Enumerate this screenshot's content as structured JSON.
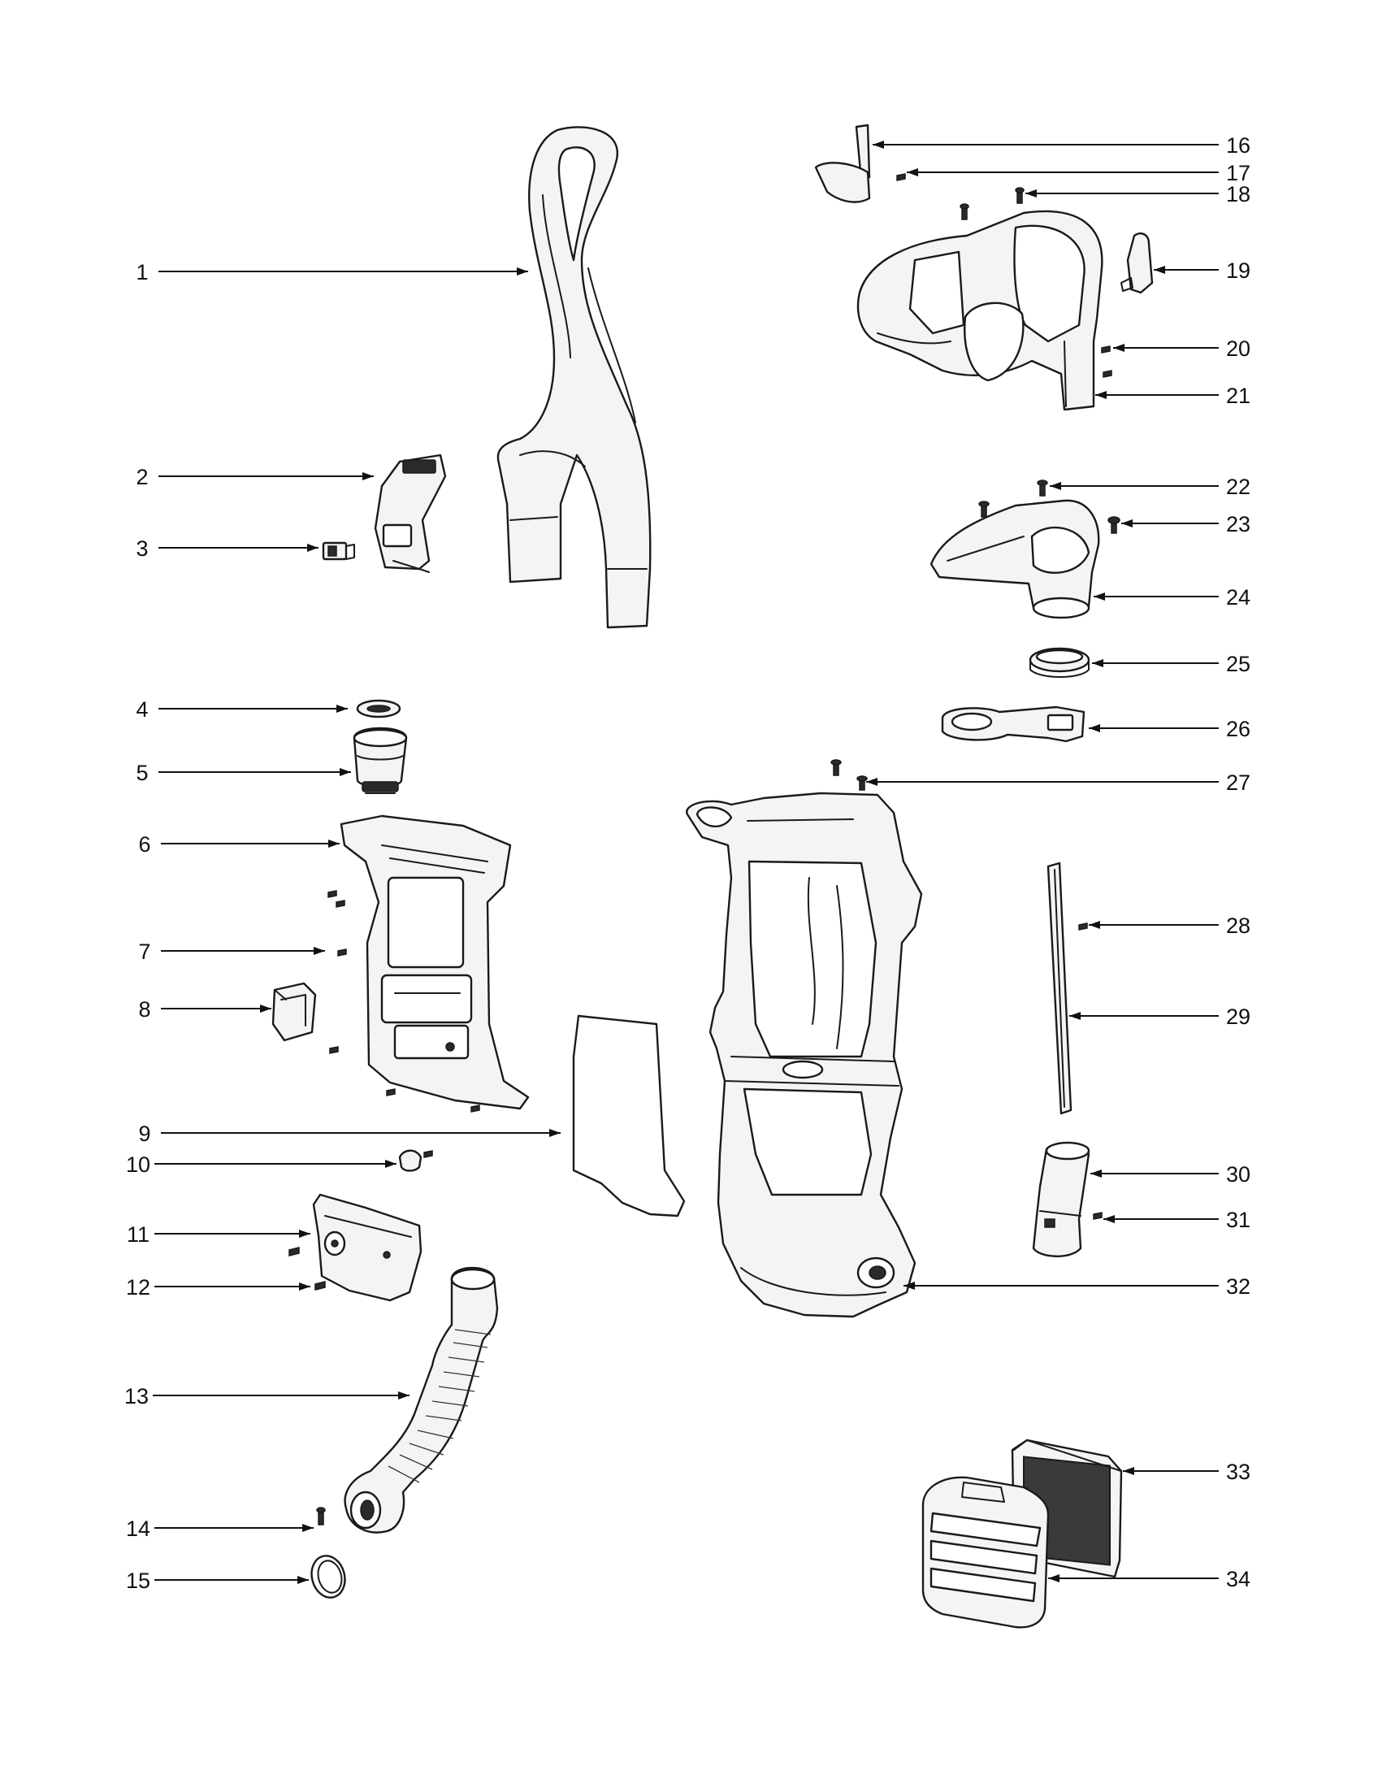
{
  "diagram": {
    "callouts": [
      {
        "label": "1"
      },
      {
        "label": "2"
      },
      {
        "label": "3"
      },
      {
        "label": "4"
      },
      {
        "label": "5"
      },
      {
        "label": "6"
      },
      {
        "label": "7"
      },
      {
        "label": "8"
      },
      {
        "label": "9"
      },
      {
        "label": "10"
      },
      {
        "label": "11"
      },
      {
        "label": "12"
      },
      {
        "label": "13"
      },
      {
        "label": "14"
      },
      {
        "label": "15"
      },
      {
        "label": "16"
      },
      {
        "label": "17"
      },
      {
        "label": "18"
      },
      {
        "label": "19"
      },
      {
        "label": "20"
      },
      {
        "label": "21"
      },
      {
        "label": "22"
      },
      {
        "label": "23"
      },
      {
        "label": "24"
      },
      {
        "label": "25"
      },
      {
        "label": "26"
      },
      {
        "label": "27"
      },
      {
        "label": "28"
      },
      {
        "label": "29"
      },
      {
        "label": "30"
      },
      {
        "label": "31"
      },
      {
        "label": "32"
      },
      {
        "label": "33"
      },
      {
        "label": "34"
      }
    ]
  }
}
